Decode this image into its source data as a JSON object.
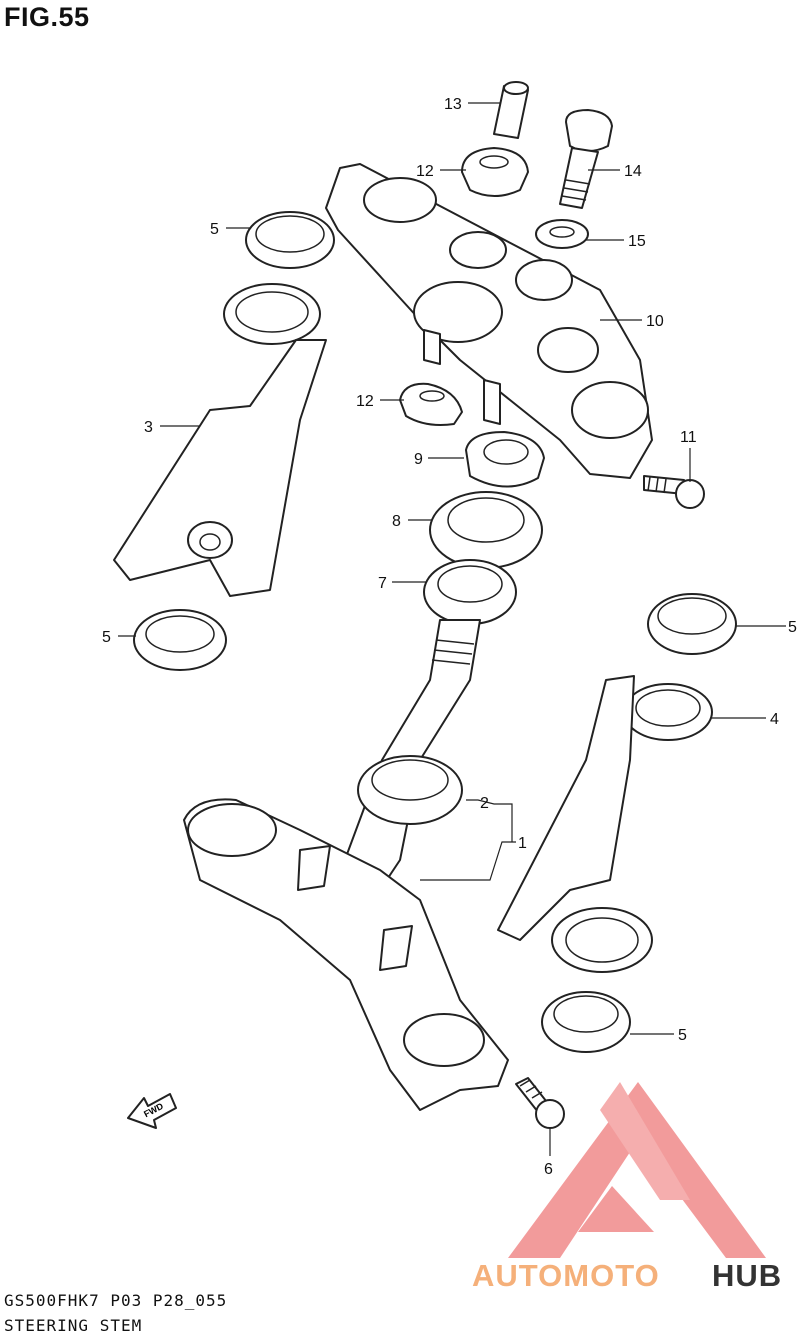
{
  "figure_title": "FIG.55",
  "footer": {
    "model_code": "GS500FHK7  P03 P28_055",
    "assembly_name": "STEERING STEM"
  },
  "watermark": {
    "brand_part1": "AUTOMOTO",
    "brand_part2": "HUB",
    "color_part1": "#f5b07a",
    "color_part2": "#333333",
    "logo_color": "#f08a8a"
  },
  "fwd_arrow_label": "FWD",
  "callouts": [
    {
      "id": "c13",
      "label": "13"
    },
    {
      "id": "c12a",
      "label": "12"
    },
    {
      "id": "c14",
      "label": "14"
    },
    {
      "id": "c5a",
      "label": "5"
    },
    {
      "id": "c15",
      "label": "15"
    },
    {
      "id": "c10",
      "label": "10"
    },
    {
      "id": "c12b",
      "label": "12"
    },
    {
      "id": "c3",
      "label": "3"
    },
    {
      "id": "c11",
      "label": "11"
    },
    {
      "id": "c9",
      "label": "9"
    },
    {
      "id": "c8",
      "label": "8"
    },
    {
      "id": "c7",
      "label": "7"
    },
    {
      "id": "c5b",
      "label": "5"
    },
    {
      "id": "c5c",
      "label": "5"
    },
    {
      "id": "c4",
      "label": "4"
    },
    {
      "id": "c2",
      "label": "2"
    },
    {
      "id": "c1",
      "label": "1"
    },
    {
      "id": "c5d",
      "label": "5"
    },
    {
      "id": "c6",
      "label": "6"
    }
  ]
}
